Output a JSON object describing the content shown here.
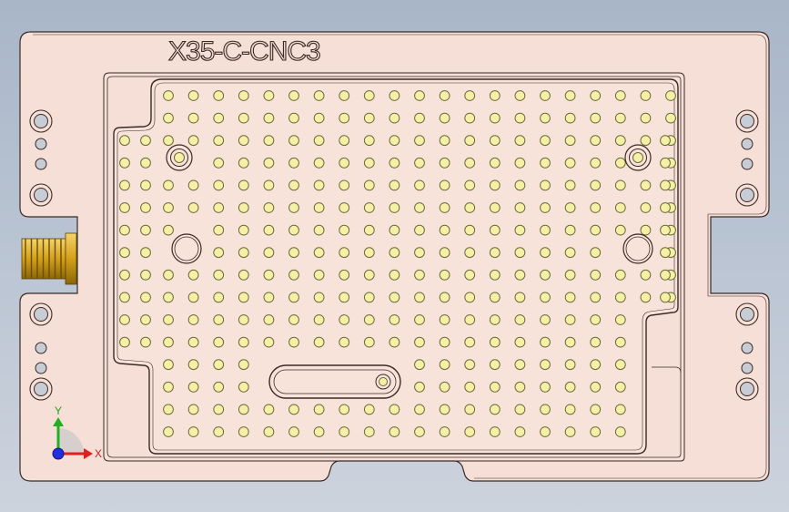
{
  "part": {
    "label": "X35-C-CNC3"
  },
  "triad": {
    "y_label": "Y",
    "x_label": "X"
  },
  "colors": {
    "background_top": "#a9b6c8",
    "background_bottom": "#cdd3dd",
    "plate_fill": "#f6dfd6",
    "edge_line": "#3a2a26",
    "hole_fill": "#f5f0a6",
    "hole_edge": "#6b6a3a",
    "fitting_gold": "#d4a017",
    "axis_x": "#e02020",
    "axis_y": "#20b020",
    "axis_z": "#2030e0"
  },
  "icons": {
    "side_fitting": "gold-threaded-fitting-icon",
    "triad": "xyz-axis-triad-icon"
  }
}
